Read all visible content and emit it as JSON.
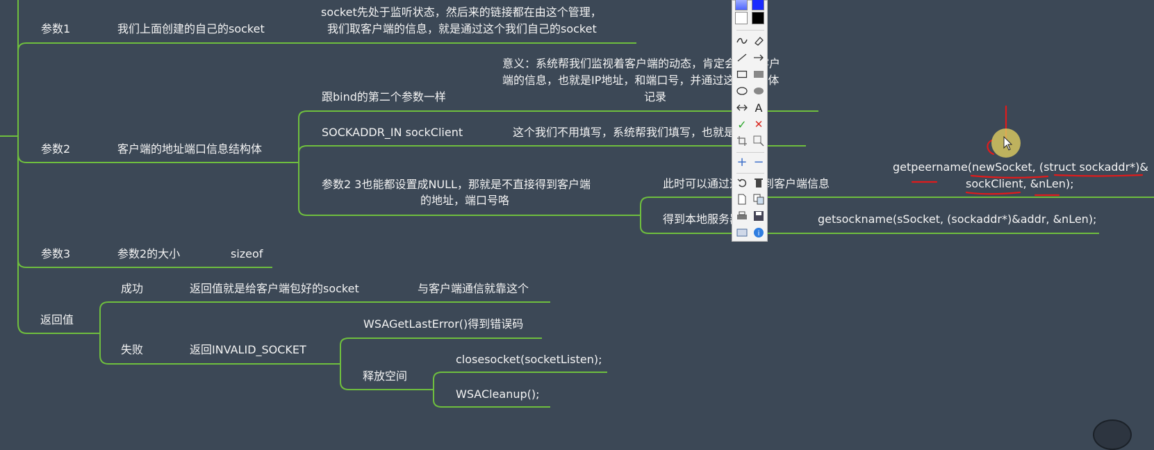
{
  "mindmap": {
    "param1": {
      "label": "参数1",
      "desc": "我们上面创建的自己的socket",
      "note_line1": "socket先处于监听状态，然后来的链接都在由这个管理，",
      "note_line2": "我们取客户端的信息，就是通过这个我们自己的socket"
    },
    "param2": {
      "label": "参数2",
      "desc": "客户端的地址端口信息结构体",
      "b1": {
        "text": "跟bind的第二个参数一样",
        "note_line1": "意义：系统帮我们监视着客户端的动态，肯定会记录客户",
        "note_line2": "端的信息，也就是IP地址，和端口号，并通过这个结构体",
        "note_line3": "记录"
      },
      "b2": {
        "text": "SOCKADDR_IN sockClient",
        "note": "这个我们不用填写，系统帮我们填写，也就是调用"
      },
      "b3": {
        "text_line1": "参数2 3也能都设置成NULL，那就是不直接得到客户端",
        "text_line2": "的地址，端口号咯",
        "c1": {
          "text": "此时可以通过这个得到客户端信息",
          "code_line1": "getpeername(newSocket, (struct sockaddr*)&",
          "code_line2": "sockClient, &nLen);"
        },
        "c2": {
          "text": "得到本地服务器信息",
          "code": "getsockname(sSocket, (sockaddr*)&addr, &nLen);"
        }
      }
    },
    "param3": {
      "label": "参数3",
      "desc": "参数2的大小",
      "note": "sizeof"
    },
    "ret": {
      "label": "返回值",
      "success": {
        "label": "成功",
        "desc": "返回值就是给客户端包好的socket",
        "note": "与客户端通信就靠这个"
      },
      "fail": {
        "label": "失败",
        "desc": "返回INVALID_SOCKET",
        "err": "WSAGetLastError()得到错误码",
        "release": "释放空间",
        "close": "closesocket(socketListen);",
        "cleanup": "WSACleanup();"
      }
    }
  },
  "toolbar": {
    "icons": [
      "color-swatch-blue-light",
      "color-swatch-blue",
      "color-swatch-white",
      "color-swatch-black",
      "freehand-icon",
      "eraser-icon",
      "line-icon",
      "arrow-icon",
      "rectangle-icon",
      "filled-rectangle-icon",
      "ellipse-icon",
      "filled-ellipse-icon",
      "double-arrow-icon",
      "text-icon",
      "check-icon",
      "cross-icon",
      "crop-icon",
      "zoom-icon",
      "zoom-in-icon",
      "zoom-out-icon",
      "undo-icon",
      "trash-icon",
      "new-page-icon",
      "copy-icon",
      "print-icon",
      "save-icon",
      "screenshot-icon",
      "info-icon"
    ],
    "text_glyph": "A"
  },
  "colors": {
    "background": "#3c4856",
    "branch_line": "#6fbf3e",
    "annotation_red": "#e11b1b",
    "cursor_highlight": "#dccd60"
  }
}
